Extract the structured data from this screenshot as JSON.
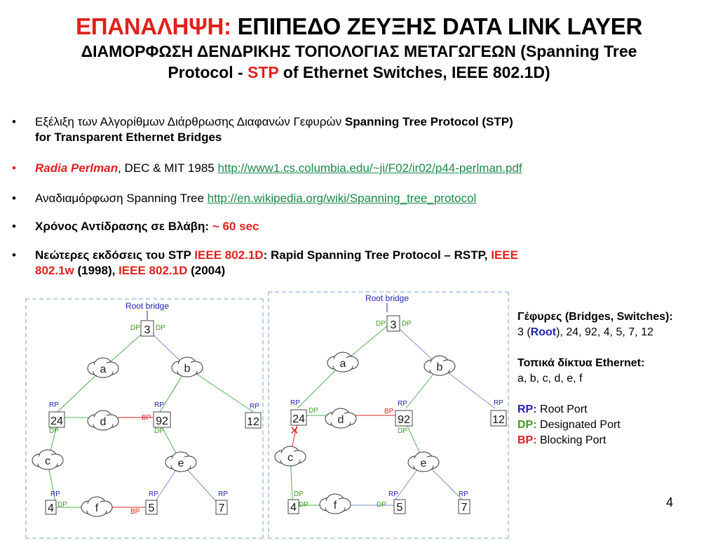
{
  "title": {
    "prefix": "ΕΠΑΝΑΛΗΨΗ:",
    "main": "ΕΠΙΠΕΔΟ ΖΕΥΞΗΣ DATA LINK LAYER",
    "line2": "ΔΙΑΜΟΡΦΩΣΗ ΔΕΝΔΡΙΚΗΣ ΤΟΠΟΛΟΓΙΑΣ ΜΕΤΑΓΩΓΕΩΝ (Spanning Tree",
    "line3_a": "Protocol - ",
    "line3_stp": "STP",
    "line3_b": " of Ethernet Switches, IEEE 802.1D)"
  },
  "bullets": {
    "marker": "•",
    "b1": {
      "plain": "Εξέλιξη των Αλγορίθμων Διάρθρωσης Διαφανών Γεφυρών ",
      "bold1": "Spanning Tree Protocol (STP)",
      "bold2": "for Transparent Ethernet Bridges"
    },
    "b2": {
      "name": "Radia Perlman",
      "text": ", DEC & MIT 1985 ",
      "link": "http://www1.cs.columbia.edu/~ji/F02/ir02/p44-perlman.pdf"
    },
    "b3": {
      "text": "Αναδιαμόρφωση  Spanning Tree ",
      "link": "http://en.wikipedia.org/wiki/Spanning_tree_protocol"
    },
    "b4": {
      "bold": "Χρόνος Αντίδρασης σε Βλάβη: ",
      "red": "~ 60 sec"
    },
    "b5": {
      "bold1": "Νεώτερες εκδόσεις του STP ",
      "red1": "IEEE 802.1D",
      "bold2": ": Rapid Spanning Tree Protocol – RSTP, ",
      "red2a": "IEEE",
      "red2b": "802.1w",
      "bold3": " (1998), ",
      "red3": "IEEE 802.1D",
      "bold4": " (2004)"
    }
  },
  "diagram": {
    "root_label": "Root bridge",
    "switches": [
      "3",
      "24",
      "92",
      "12",
      "4",
      "5",
      "7"
    ],
    "lans": [
      "a",
      "b",
      "c",
      "d",
      "e",
      "f"
    ],
    "ports": {
      "rp": "RP",
      "dp": "DP",
      "bp": "BP"
    },
    "blocked_mark": "✕"
  },
  "legend": {
    "bridges_title": "Γέφυρες (Bridges, Switches):",
    "bridges_pre": "3 (",
    "bridges_root": "Root",
    "bridges_post": "), 24, 92, 4, 5, 7, 12",
    "lans_title": "Τοπικά δίκτυα Ethernet:",
    "lans_list": "a, b, c, d, e, f",
    "rp_key": "RP:",
    "rp_val": " Root Port",
    "dp_key": "DP:",
    "dp_val": " Designated Port",
    "bp_key": "BP:",
    "bp_val": " Blocking Port"
  },
  "page_number": "4",
  "colors": {
    "title_red": "#e0211d",
    "link_green": "#1a8a4a",
    "root_blue": "#2323b4",
    "dp_green": "#3c9d1e",
    "tree_link": "#4caf50",
    "plain_link": "#7b8fd0",
    "blocked_link": "#e0211d"
  }
}
